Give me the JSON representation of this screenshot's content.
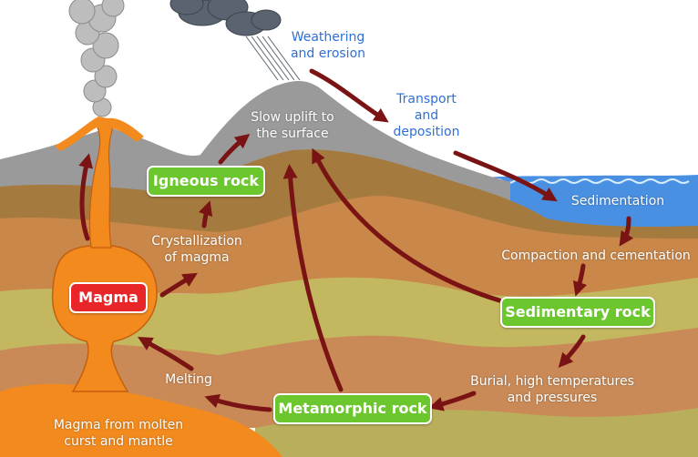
{
  "boxes": {
    "igneous": "Igneous rock",
    "magma": "Magma",
    "sedimentary": "Sedimentary rock",
    "metamorphic": "Metamorphic rock"
  },
  "labels": {
    "weathering_line1": "Weathering",
    "weathering_line2": "and erosion",
    "transport_line1": "Transport",
    "transport_line2": "and",
    "transport_line3": "deposition",
    "uplift_line1": "Slow uplift to",
    "uplift_line2": "the surface",
    "sedimentation": "Sedimentation",
    "compaction": "Compaction and cementation",
    "crystallization_line1": "Crystallization",
    "crystallization_line2": "of magma",
    "burial_line1": "Burial, high temperatures",
    "burial_line2": "and pressures",
    "melting": "Melting",
    "magma_source_line1": "Magma from molten",
    "magma_source_line2": "curst and mantle"
  },
  "colors": {
    "igneous_box": "#6cc62d",
    "magma_box": "#e8262a",
    "label_blue": "#2f6fd6",
    "arrow": "#7a1414",
    "magma": "#f28a1e",
    "water": "#4a90e2",
    "mountain": "#9a9a9a"
  }
}
